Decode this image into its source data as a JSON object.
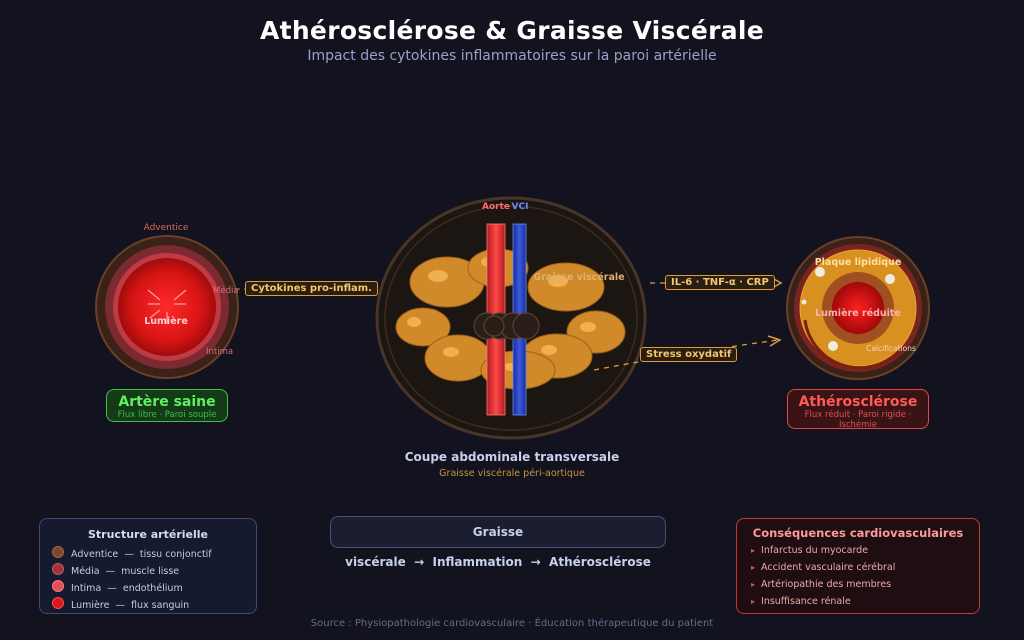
{
  "header": {
    "title": "Athérosclérose & Graisse Viscérale",
    "subtitle": "Impact des cytokines inflammatoires sur la paroi artérielle"
  },
  "healthy": {
    "adventice_label": "Adventice",
    "media_label": "Média",
    "intima_label": "Intima",
    "lumen_label": "Lumière",
    "box_title": "Artère saine",
    "box_sub": "Flux libre · Paroi souple"
  },
  "center": {
    "aorta_label": "Aorte",
    "vci_label": "VCI",
    "fat_label": "Graisse viscérale",
    "section_title": "Coupe abdominale transversale",
    "section_sub": "Graisse viscérale péri-aortique"
  },
  "tags": {
    "cytokines": "Cytokines pro-inflam.",
    "markers": "IL-6 · TNF-α · CRP",
    "stress": "Stress oxydatif"
  },
  "athero": {
    "plaque_label": "Plaque lipidique",
    "lumen_label": "Lumière réduite",
    "calc_label": "Calcifications",
    "box_title": "Athérosclérose",
    "box_sub": "Flux réduit · Paroi rigide · Ischémie"
  },
  "legend": {
    "title": "Structure artérielle",
    "items": [
      {
        "name": "Adventice",
        "desc": "tissu conjonctif",
        "color": "#7a4a2a"
      },
      {
        "name": "Média",
        "desc": "muscle lisse",
        "color": "#a0343a"
      },
      {
        "name": "Intima",
        "desc": "endothélium",
        "color": "#e0505a"
      },
      {
        "name": "Lumière",
        "desc": "flux sanguin",
        "color": "#d81a1a"
      }
    ]
  },
  "flow": {
    "step1": "Graisse viscérale",
    "step2": "Inflammation",
    "step3": "Athérosclérose",
    "arrow": "→"
  },
  "consequences": {
    "title": "Conséquences cardiovasculaires",
    "bullet": "▸",
    "items": [
      "Infarctus du myocarde",
      "Accident vasculaire cérébral",
      "Artériopathie des membres",
      "Insuffisance rénale"
    ]
  },
  "footer": {
    "source": "Source : Physiopathologie cardiovasculaire  ·  Éducation thérapeutique du patient"
  },
  "colors": {
    "background": "#13131f",
    "healthy_green": "#5ef05e",
    "athero_red": "#ff5a5a",
    "aorta_red": "#e83030",
    "vci_blue": "#2a4ac8",
    "fat_orange": "#d08a2a",
    "tag_orange": "#f7c56a"
  }
}
